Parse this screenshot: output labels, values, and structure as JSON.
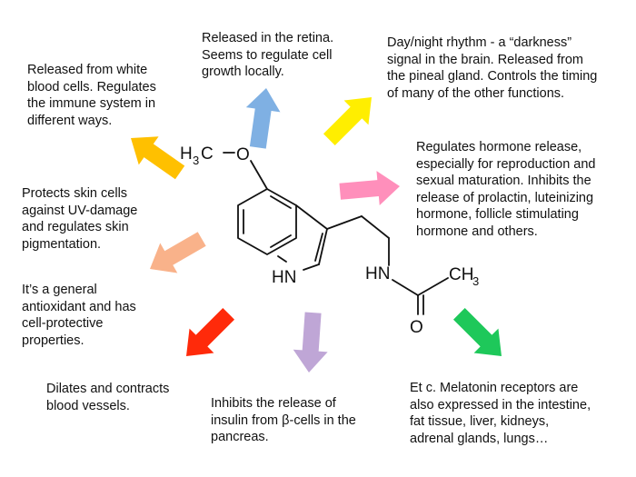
{
  "functions": {
    "retina": "Released in the retina.\nSeems to regulate cell\ngrowth locally.",
    "circadian": "Day/night rhythm - a “darkness”\nsignal in the brain. Released from\nthe pineal gland. Controls the timing\nof many of the other functions.",
    "immune": "Released from white\nblood cells. Regulates\nthe immune system in\ndifferent ways.",
    "hormone": "Regulates hormone release,\nespecially for reproduction and\nsexual maturation. Inhibits the\nrelease of prolactin, luteinizing\nhormone, follicle stimulating\nhormone and others.",
    "skin": "Protects skin cells\nagainst UV-damage\nand regulates skin\npigmentation.",
    "antioxidant": "It’s a general\nantioxidant and has\ncell-protective\nproperties.",
    "vessels": "Dilates and contracts\nblood vessels.",
    "insulin": "Inhibits the release of\ninsulin from β-cells in the\npancreas.",
    "other": "Et c. Melatonin receptors are\nalso expressed in the intestine,\nfat tissue, liver, kidneys,\nadrenal glands, lungs…"
  },
  "molecule": {
    "methoxy_h": "H",
    "methoxy_sub": "3",
    "methoxy_c": "C",
    "methoxy_o": "O",
    "indole_nh": "HN",
    "amide_nh": "HN",
    "ch3_c": "CH",
    "ch3_sub": "3",
    "carbonyl_o": "O"
  },
  "arrow_colors": {
    "retina": "#7fb0e3",
    "circadian": "#ffee00",
    "immune": "#ffc000",
    "hormone": "#ff8fbb",
    "skin": "#f9b28a",
    "vessels": "#ff2a0a",
    "insulin": "#bfa6d6",
    "other": "#1ec85a"
  }
}
